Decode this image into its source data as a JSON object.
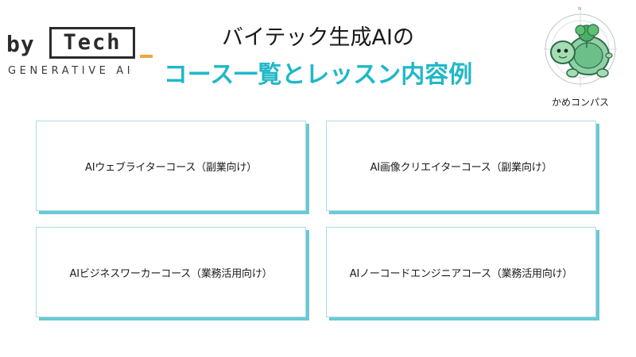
{
  "logo": {
    "by": "by",
    "tech": "Tech",
    "subtitle": "GENERATIVE AI",
    "accent_color": "#f2a33a"
  },
  "header": {
    "title_line1": "バイテック生成AIの",
    "title_line2": "コース一覧とレッスン内容例",
    "accent_color": "#20b8c8"
  },
  "partner": {
    "label": "かめコンパス",
    "icon": "turtle-compass-icon"
  },
  "courses": [
    {
      "label": "AIウェブライターコース（副業向け）"
    },
    {
      "label": "AI画像クリエイターコース（副業向け）"
    },
    {
      "label": "AIビジネスワーカーコース（業務活用向け）"
    },
    {
      "label": "AIノーコードエンジニアコース（業務活用向け）"
    }
  ],
  "colors": {
    "card_border": "#a8dde3",
    "card_shadow": "#6cc8d3"
  }
}
